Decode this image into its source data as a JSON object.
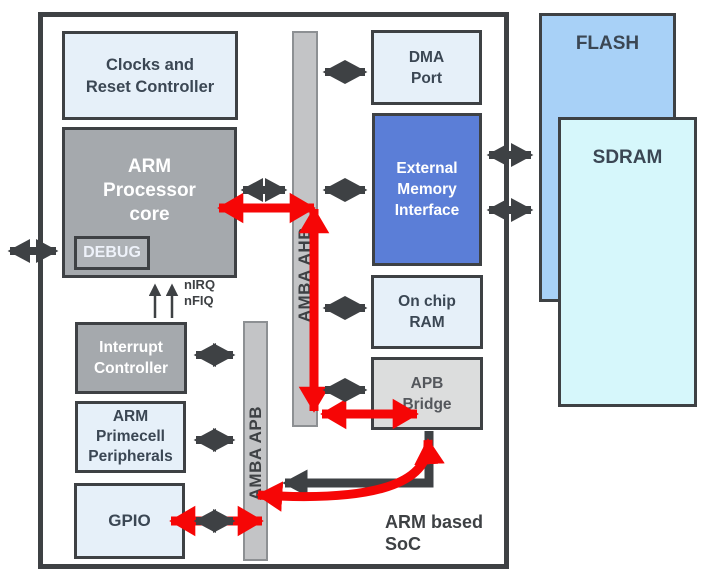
{
  "diagram": {
    "caption": "ARM based\nSoC",
    "blocks": {
      "clocks_reset": "Clocks and\nReset Controller",
      "arm_core": "ARM\nProcessor\ncore",
      "debug": "DEBUG",
      "interrupt_controller": "Interrupt\nController",
      "primecell": "ARM\nPrimecell\nPeripherals",
      "gpio": "GPIO",
      "dma_port": "DMA\nPort",
      "external_memory_interface": "External\nMemory\nInterface",
      "onchip_ram": "On chip\nRAM",
      "apb_bridge": "APB\nBridge"
    },
    "buses": {
      "ahb": "AMBA AHB",
      "apb": "AMBA APB"
    },
    "external_memory": {
      "flash": "FLASH",
      "sdram": "SDRAM"
    },
    "signals": {
      "irq": "nIRQ",
      "fiq": "nFIQ"
    },
    "colors": {
      "light_blue_fill": "#e6f0f9",
      "gray_fill": "#a5a9ad",
      "emi_blue_fill": "#5b7ed7",
      "bus_bar_fill": "#c3c4c6",
      "apb_bridge_fill": "#dcdddd",
      "flash_fill": "#a8d1f7",
      "sdram_fill": "#d6f7fb",
      "outline_dark": "#3e4144",
      "arrow_black": "#3e4144",
      "arrow_red_highlight": "#f60606",
      "dark_text": "#3b4754",
      "white_text": "#ffffff"
    }
  }
}
